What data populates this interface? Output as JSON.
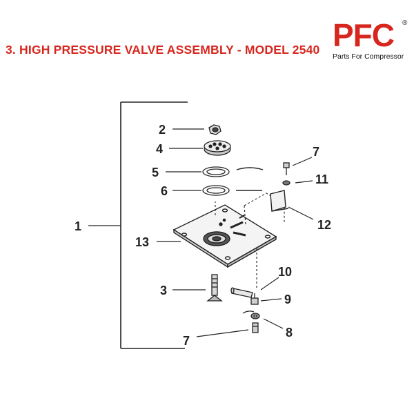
{
  "header": {
    "title": "3. HIGH PRESSURE VALVE ASSEMBLY - MODEL 2540"
  },
  "logo": {
    "mark": "PFC",
    "registered": "®",
    "tagline": "Parts For Compressor",
    "color": "#d7261e"
  },
  "diagram": {
    "callouts": {
      "c1": "1",
      "c2": "2",
      "c3": "3",
      "c4": "4",
      "c5": "5",
      "c6": "6",
      "c7a": "7",
      "c7b": "7",
      "c8": "8",
      "c9": "9",
      "c10": "10",
      "c11": "11",
      "c12": "12",
      "c13": "13"
    }
  }
}
